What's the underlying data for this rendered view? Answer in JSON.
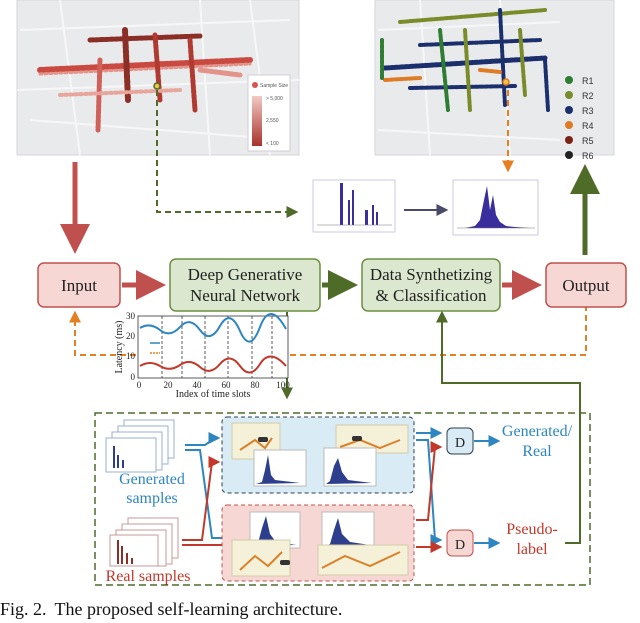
{
  "nodes": {
    "input": "Input",
    "generative_line1": "Deep Generative",
    "generative_line2": "Neural Network",
    "synth_line1": "Data Synthetizing",
    "synth_line2": "& Classification",
    "output": "Output"
  },
  "map_left": {
    "legend_title": "Sample Size",
    "legend_ticks": [
      "> 5,000",
      "2,550",
      "< 100"
    ]
  },
  "map_right": {
    "legend": [
      {
        "label": "R1",
        "color": "#2e7d32"
      },
      {
        "label": "R2",
        "color": "#7a8b2a"
      },
      {
        "label": "R3",
        "color": "#1a2f6b"
      },
      {
        "label": "R4",
        "color": "#e07b25"
      },
      {
        "label": "R5",
        "color": "#7a2418"
      },
      {
        "label": "R6",
        "color": "#222222"
      }
    ]
  },
  "latency_plot": {
    "ylabel": "Latency (ms)",
    "xlabel": "Index of time slots",
    "yticks": [
      "30",
      "20",
      "10",
      "0"
    ],
    "xticks": [
      "0",
      "20",
      "40",
      "60",
      "80",
      "100"
    ]
  },
  "samples": {
    "generated_line1": "Generated",
    "generated_line2": "samples",
    "real": "Real samples"
  },
  "discriminators": {
    "d1": "D",
    "d2": "D",
    "out1_line1": "Generated/",
    "out1_line2": "Real",
    "out2_line1": "Pseudo-",
    "out2_line2": "label"
  },
  "caption": {
    "label": "Fig. 2.",
    "text": "The proposed self-learning architecture."
  },
  "colors": {
    "node_fill_red": "#f6d7d4",
    "node_stroke_red": "#c0504d",
    "node_fill_green": "#dbe8cf",
    "node_stroke_green": "#6a8f3d",
    "arrow_red": "#c0504d",
    "arrow_green": "#4f6b28",
    "arrow_orange": "#e67e22",
    "dashed_green": "#4f6b28",
    "blue_text": "#2e86c1",
    "red_text": "#c0392b"
  }
}
